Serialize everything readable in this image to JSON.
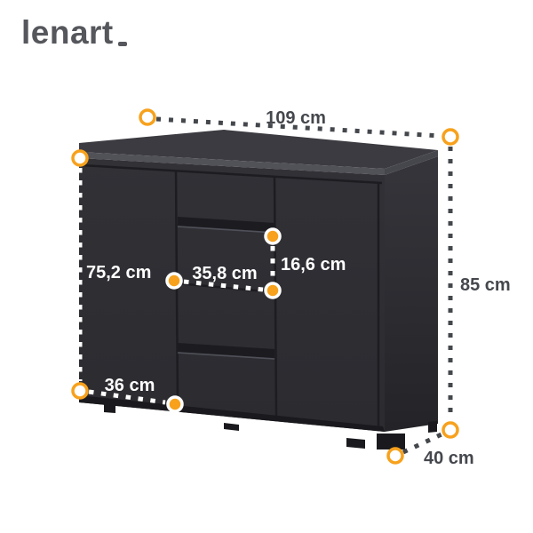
{
  "brand": {
    "logo_text": "lenart"
  },
  "dimensions": {
    "total_width": "109 cm",
    "total_height": "85 cm",
    "total_depth": "40 cm",
    "left_side_height": "75,2 cm",
    "left_door_width": "36 cm",
    "drawer_width": "35,8 cm",
    "drawer_front_height": "16,6 cm"
  },
  "colors": {
    "accent_orange": "#f7a11c",
    "dimension_text_dark": "#44474c",
    "dimension_text_light": "#ffffff",
    "logo_gray": "#55575c",
    "cabinet_top": "#3b3b41",
    "cabinet_top_edge": "#515158",
    "cabinet_front": "#2e2e33",
    "cabinet_side_top": "#35353b",
    "cabinet_side_bottom": "#242428",
    "cabinet_recess": "#1c1c20",
    "background": "#ffffff"
  },
  "icons": {
    "measure_point": "circle-endpoint"
  }
}
